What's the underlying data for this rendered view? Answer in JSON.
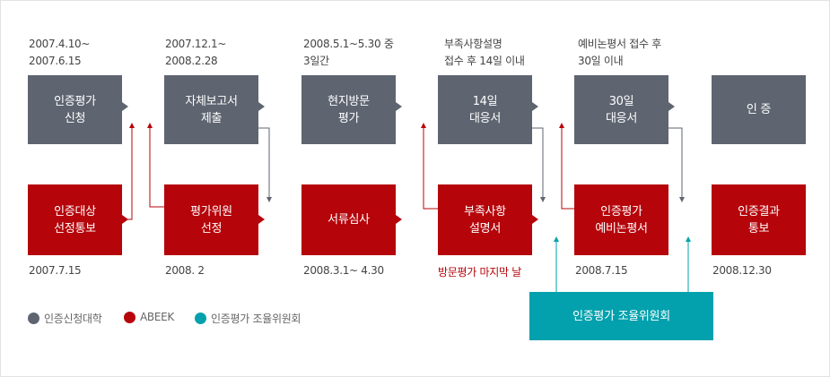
{
  "dates": [
    "2007.4.10~\n2007.6.15",
    "2007.12.1~\n2008.2.28",
    "2008.5.1~5.30 중\n3일간",
    "부족사항설명\n접수 후 14일 이내",
    "예비논평서 접수 후\n30일 이내"
  ],
  "top_steps": [
    "인증평가\n신청",
    "자체보고서\n제출",
    "현지방문\n평가",
    "14일\n대응서",
    "30일\n대응서",
    "인 증"
  ],
  "bottom_steps": [
    "인증대상\n선정통보",
    "평가위원\n선정",
    "서류심사",
    "부족사항\n설명서",
    "인증평가\n예비논평서",
    "인증결과\n통보"
  ],
  "bottom_notes": [
    "2007.7.15",
    "2008. 2",
    "2008.3.1~ 4.30",
    "방문평가 마지막 날",
    "2008.7.15",
    "2008.12.30"
  ],
  "committee": "인증평가 조율위원회",
  "legend": [
    {
      "label": "인증신청대학",
      "color": "#5e6570"
    },
    {
      "label": "ABEEK",
      "color": "#b5040a"
    },
    {
      "label": "인증평가 조율위원회",
      "color": "#02a1ad"
    }
  ],
  "colors": {
    "gray": "#5e6570",
    "red": "#b5040a",
    "teal": "#02a1ad"
  }
}
